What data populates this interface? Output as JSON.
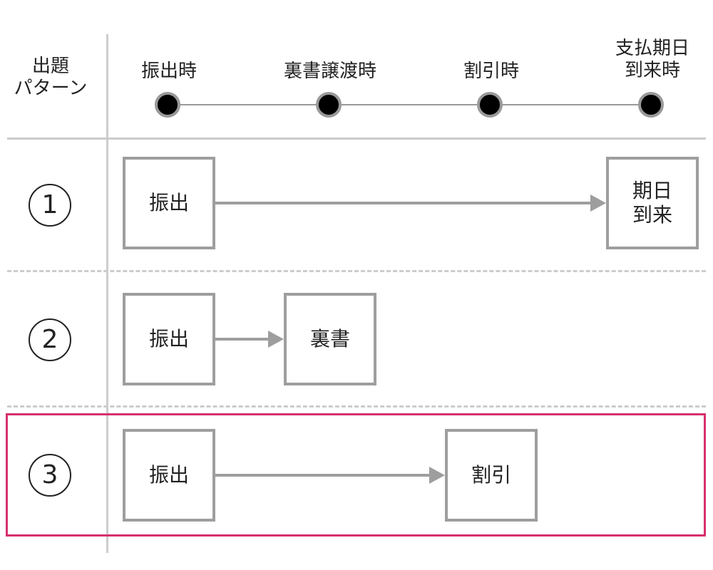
{
  "header": {
    "pattern_title_line1": "出題",
    "pattern_title_line2": "パターン"
  },
  "timeline": {
    "points": [
      {
        "line1": "振出時",
        "line2": ""
      },
      {
        "line1": "裏書譲渡時",
        "line2": ""
      },
      {
        "line1": "割引時",
        "line2": ""
      },
      {
        "line1": "支払期日",
        "line2": "到来時"
      }
    ]
  },
  "rows": [
    {
      "number": "1",
      "from_box": "振出",
      "to_box_line1": "期日",
      "to_box_line2": "到来"
    },
    {
      "number": "2",
      "from_box": "振出",
      "to_box_line1": "裏書",
      "to_box_line2": ""
    },
    {
      "number": "3",
      "from_box": "振出",
      "to_box_line1": "割引",
      "to_box_line2": "",
      "highlighted": true
    }
  ],
  "colors": {
    "highlight": "#d6306e",
    "box_border": "#9e9e9e",
    "dot_fill": "#000000",
    "grid": "#cccccc"
  }
}
